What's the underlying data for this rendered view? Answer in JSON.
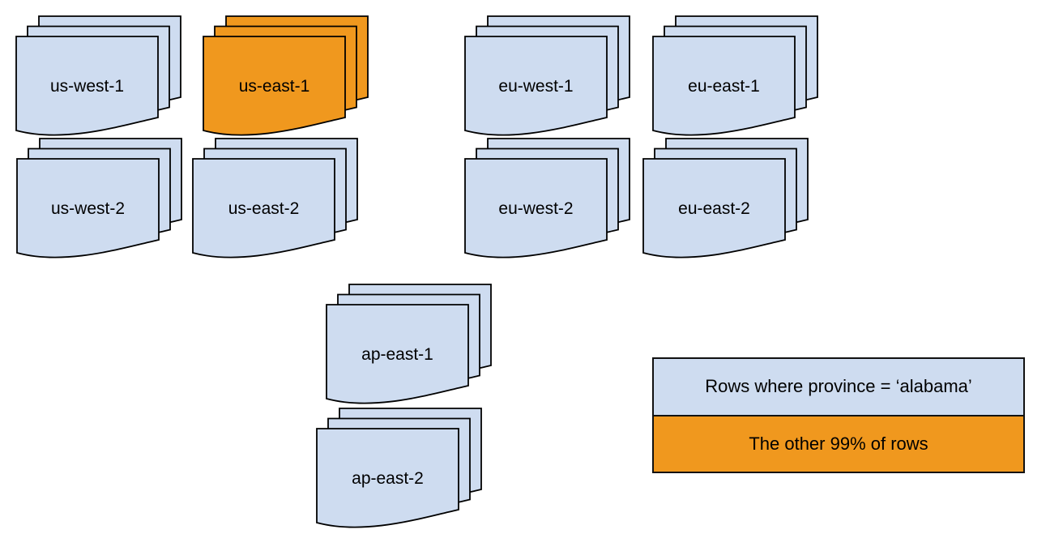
{
  "diagram": {
    "stacks": [
      {
        "label": "us-west-1",
        "variant": "blue"
      },
      {
        "label": "us-east-1",
        "variant": "orange"
      },
      {
        "label": "eu-west-1",
        "variant": "blue"
      },
      {
        "label": "eu-east-1",
        "variant": "blue"
      },
      {
        "label": "us-west-2",
        "variant": "blue"
      },
      {
        "label": "us-east-2",
        "variant": "blue"
      },
      {
        "label": "eu-west-2",
        "variant": "blue"
      },
      {
        "label": "eu-east-2",
        "variant": "blue"
      },
      {
        "label": "ap-east-1",
        "variant": "blue"
      },
      {
        "label": "ap-east-2",
        "variant": "blue"
      }
    ],
    "legend": {
      "items": [
        {
          "label": "Rows where province = ‘alabama’",
          "variant": "blue"
        },
        {
          "label": "The other 99% of rows",
          "variant": "orange"
        }
      ]
    },
    "colors": {
      "page_blue": "#CEDCF0",
      "page_orange": "#F0981E",
      "stroke": "#000000",
      "background": "#ffffff"
    }
  }
}
